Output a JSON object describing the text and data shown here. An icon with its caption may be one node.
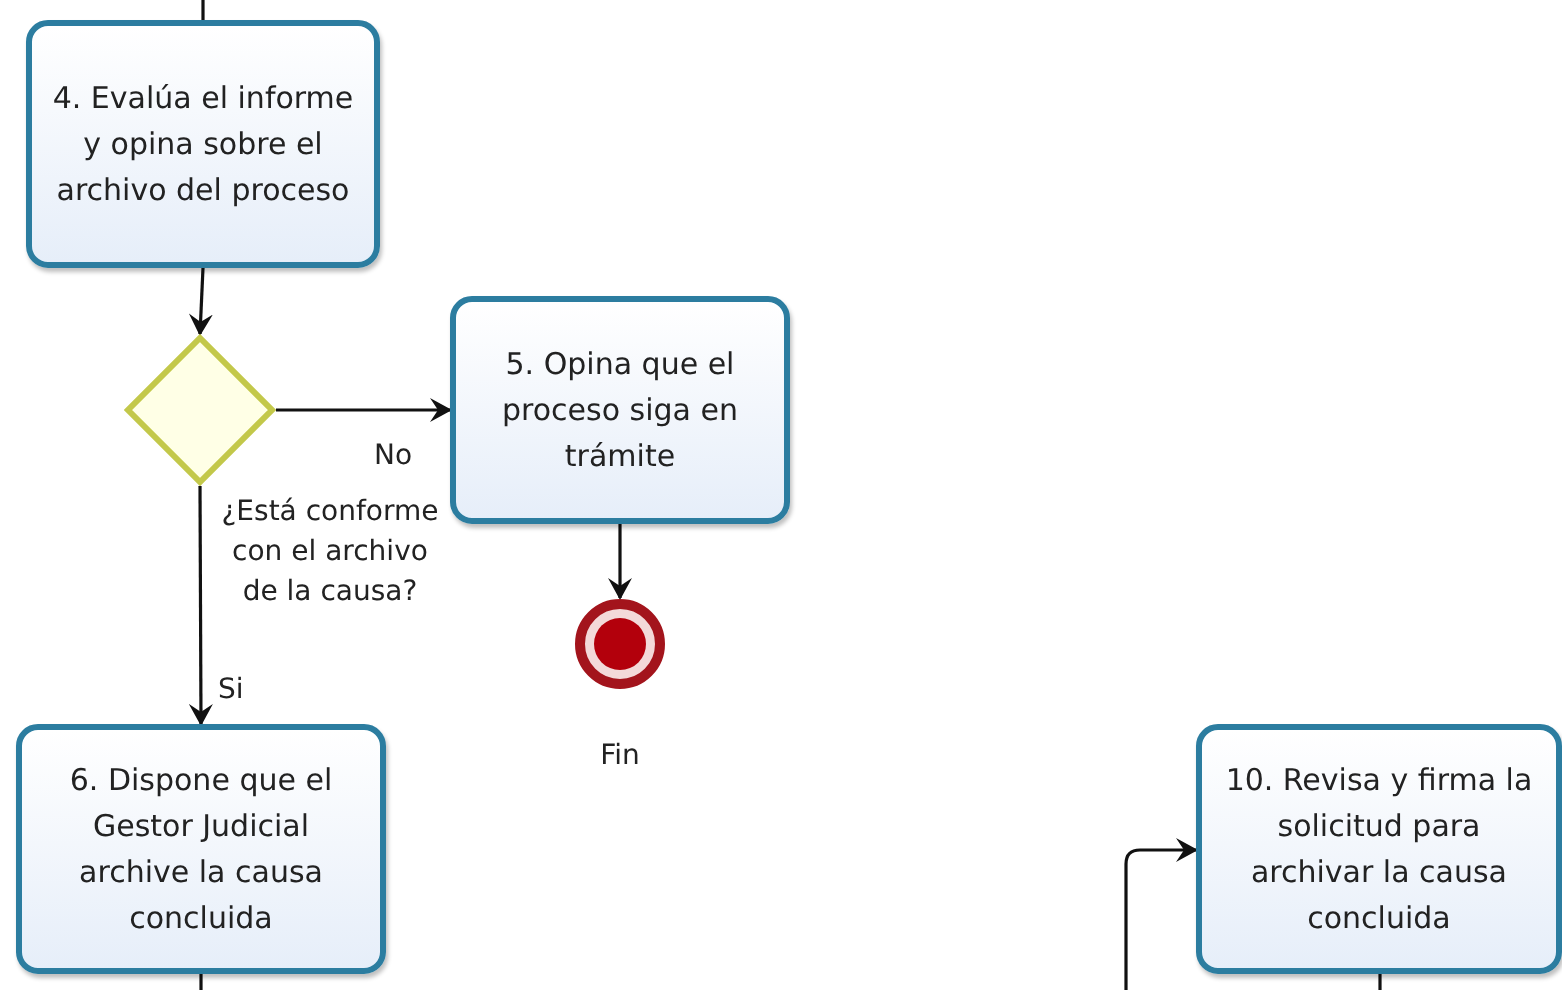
{
  "diagram": {
    "nodes": [
      {
        "text": [
          "4. Evalúa el informe y opina sobre el archivo del proceso"
        ]
      },
      {
        "text": [],
        "shape": "diamond",
        "beside": [
          "¿Está conforme con el archivo de la causa?"
        ]
      },
      {
        "text": [
          "5. Opina que el proceso siga en trámite"
        ]
      },
      {
        "text": [],
        "shape": "circle",
        "beside": [
          "Fin"
        ]
      },
      {
        "text": [
          "6. Dispone que el Gestor Judicial archive la causa concluida"
        ]
      },
      {
        "text": [
          "10. Revisa y firma la solicitud para archivar la causa concluida"
        ]
      }
    ],
    "edges": [
      {
        "from": null,
        "to": 0,
        "arrow": "none"
      },
      {
        "from": 0,
        "to": 1,
        "arrow": "to"
      },
      {
        "from": 1,
        "to": 2,
        "arrow": "to",
        "label": "No"
      },
      {
        "from": 2,
        "to": 3,
        "arrow": "to"
      },
      {
        "from": 1,
        "to": 4,
        "arrow": "to",
        "label": "Si"
      },
      {
        "from": 4,
        "to": null,
        "arrow": "none"
      },
      {
        "from": null,
        "to": 5,
        "arrow": "to"
      },
      {
        "from": 5,
        "to": null,
        "arrow": "none"
      }
    ]
  }
}
